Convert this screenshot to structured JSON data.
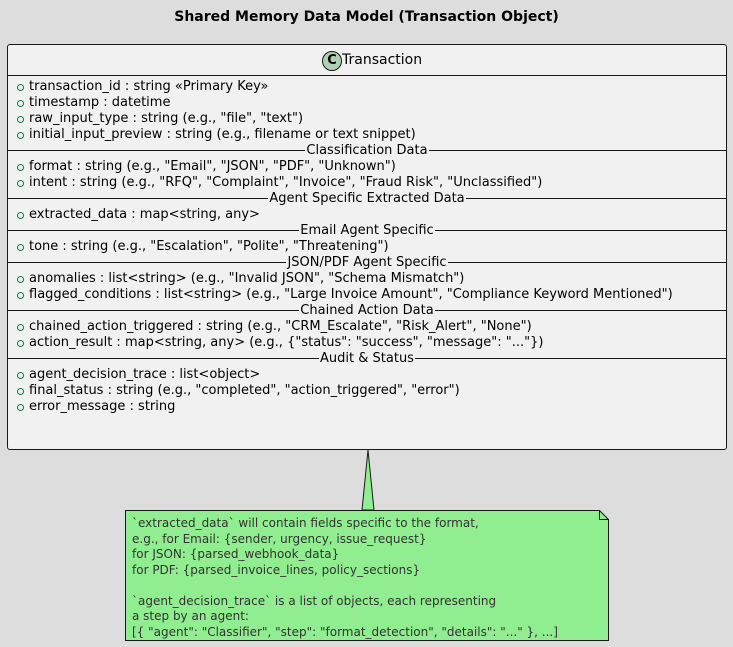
{
  "title": "Shared Memory Data Model (Transaction Object)",
  "class": {
    "stereotype_letter": "C",
    "name": "Transaction",
    "groups": [
      {
        "section": "",
        "attributes": [
          "transaction_id : string «Primary Key»",
          "timestamp : datetime",
          "raw_input_type : string (e.g., \"file\", \"text\")",
          "initial_input_preview : string (e.g., filename or text snippet)"
        ]
      },
      {
        "section": "Classification Data",
        "attributes": [
          "format : string (e.g., \"Email\", \"JSON\", \"PDF\", \"Unknown\")",
          "intent : string (e.g., \"RFQ\", \"Complaint\", \"Invoice\", \"Fraud Risk\", \"Unclassified\")"
        ]
      },
      {
        "section": "Agent Specific Extracted Data",
        "attributes": [
          "extracted_data : map<string, any>"
        ]
      },
      {
        "section": "Email Agent Specific",
        "attributes": [
          "tone : string (e.g., \"Escalation\", \"Polite\", \"Threatening\")"
        ]
      },
      {
        "section": "JSON/PDF Agent Specific",
        "attributes": [
          "anomalies : list<string> (e.g., \"Invalid JSON\", \"Schema Mismatch\")",
          "flagged_conditions : list<string> (e.g., \"Large Invoice Amount\", \"Compliance Keyword Mentioned\")"
        ]
      },
      {
        "section": "Chained Action Data",
        "attributes": [
          "chained_action_triggered : string (e.g., \"CRM_Escalate\", \"Risk_Alert\", \"None\")",
          "action_result : map<string, any> (e.g., {\"status\": \"success\", \"message\": \"...\"})"
        ]
      },
      {
        "section": "Audit & Status",
        "attributes": [
          "agent_decision_trace : list<object>",
          "final_status : string (e.g., \"completed\", \"action_triggered\", \"error\")",
          "error_message : string"
        ]
      }
    ]
  },
  "note": {
    "text": "`extracted_data` will contain fields specific to the format,\ne.g., for Email: {sender, urgency, issue_request}\nfor JSON: {parsed_webhook_data}\nfor PDF: {parsed_invoice_lines, policy_sections}\n\n`agent_decision_trace` is a list of objects, each representing\na step by an agent:\n[{ \"agent\": \"Classifier\", \"step\": \"format_detection\", \"details\": \"...\" }, ...]",
    "fill": "#90ee90"
  },
  "colors": {
    "background": "#dddddd",
    "class_fill": "#f1f1f1",
    "class_icon": "#add1b2",
    "visibility_public": "#038048"
  }
}
